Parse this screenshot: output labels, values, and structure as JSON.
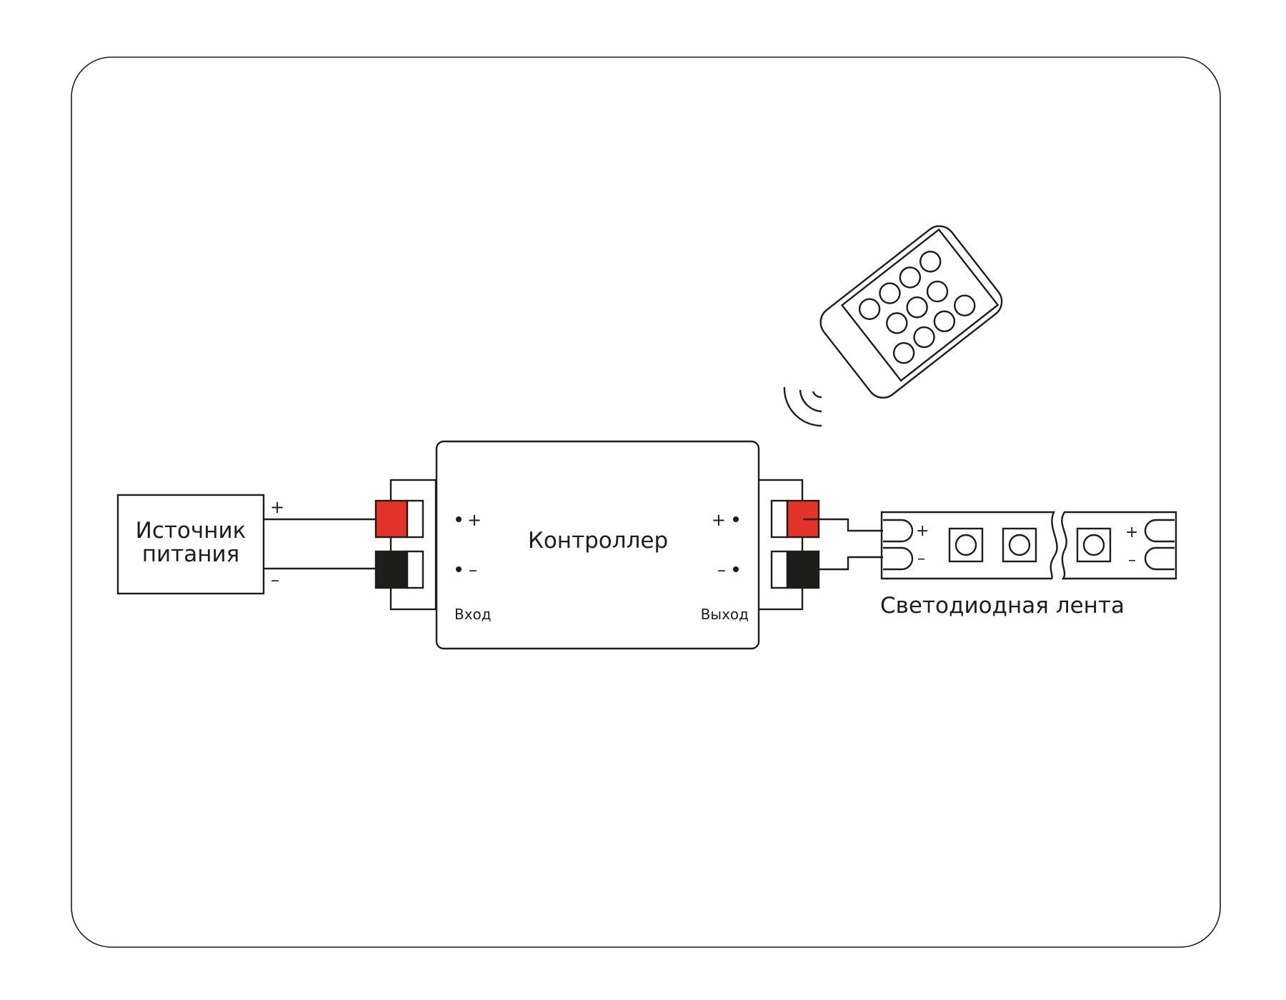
{
  "power_source": {
    "line1": "Источник",
    "line2": "питания",
    "plus": "+",
    "minus": "–"
  },
  "controller": {
    "title": "Контроллер",
    "input_label": "Вход",
    "output_label": "Выход",
    "input_plus": "+",
    "input_minus": "–",
    "output_plus": "+",
    "output_minus": "–"
  },
  "led_strip": {
    "label": "Светодиодная лента",
    "plus": "+",
    "minus": "–"
  },
  "colors": {
    "positive": "#e6332a",
    "negative": "#1d1d1b",
    "stroke": "#1d1d1b"
  },
  "icons": [
    "remote-control-icon",
    "wireless-signal-icon"
  ]
}
